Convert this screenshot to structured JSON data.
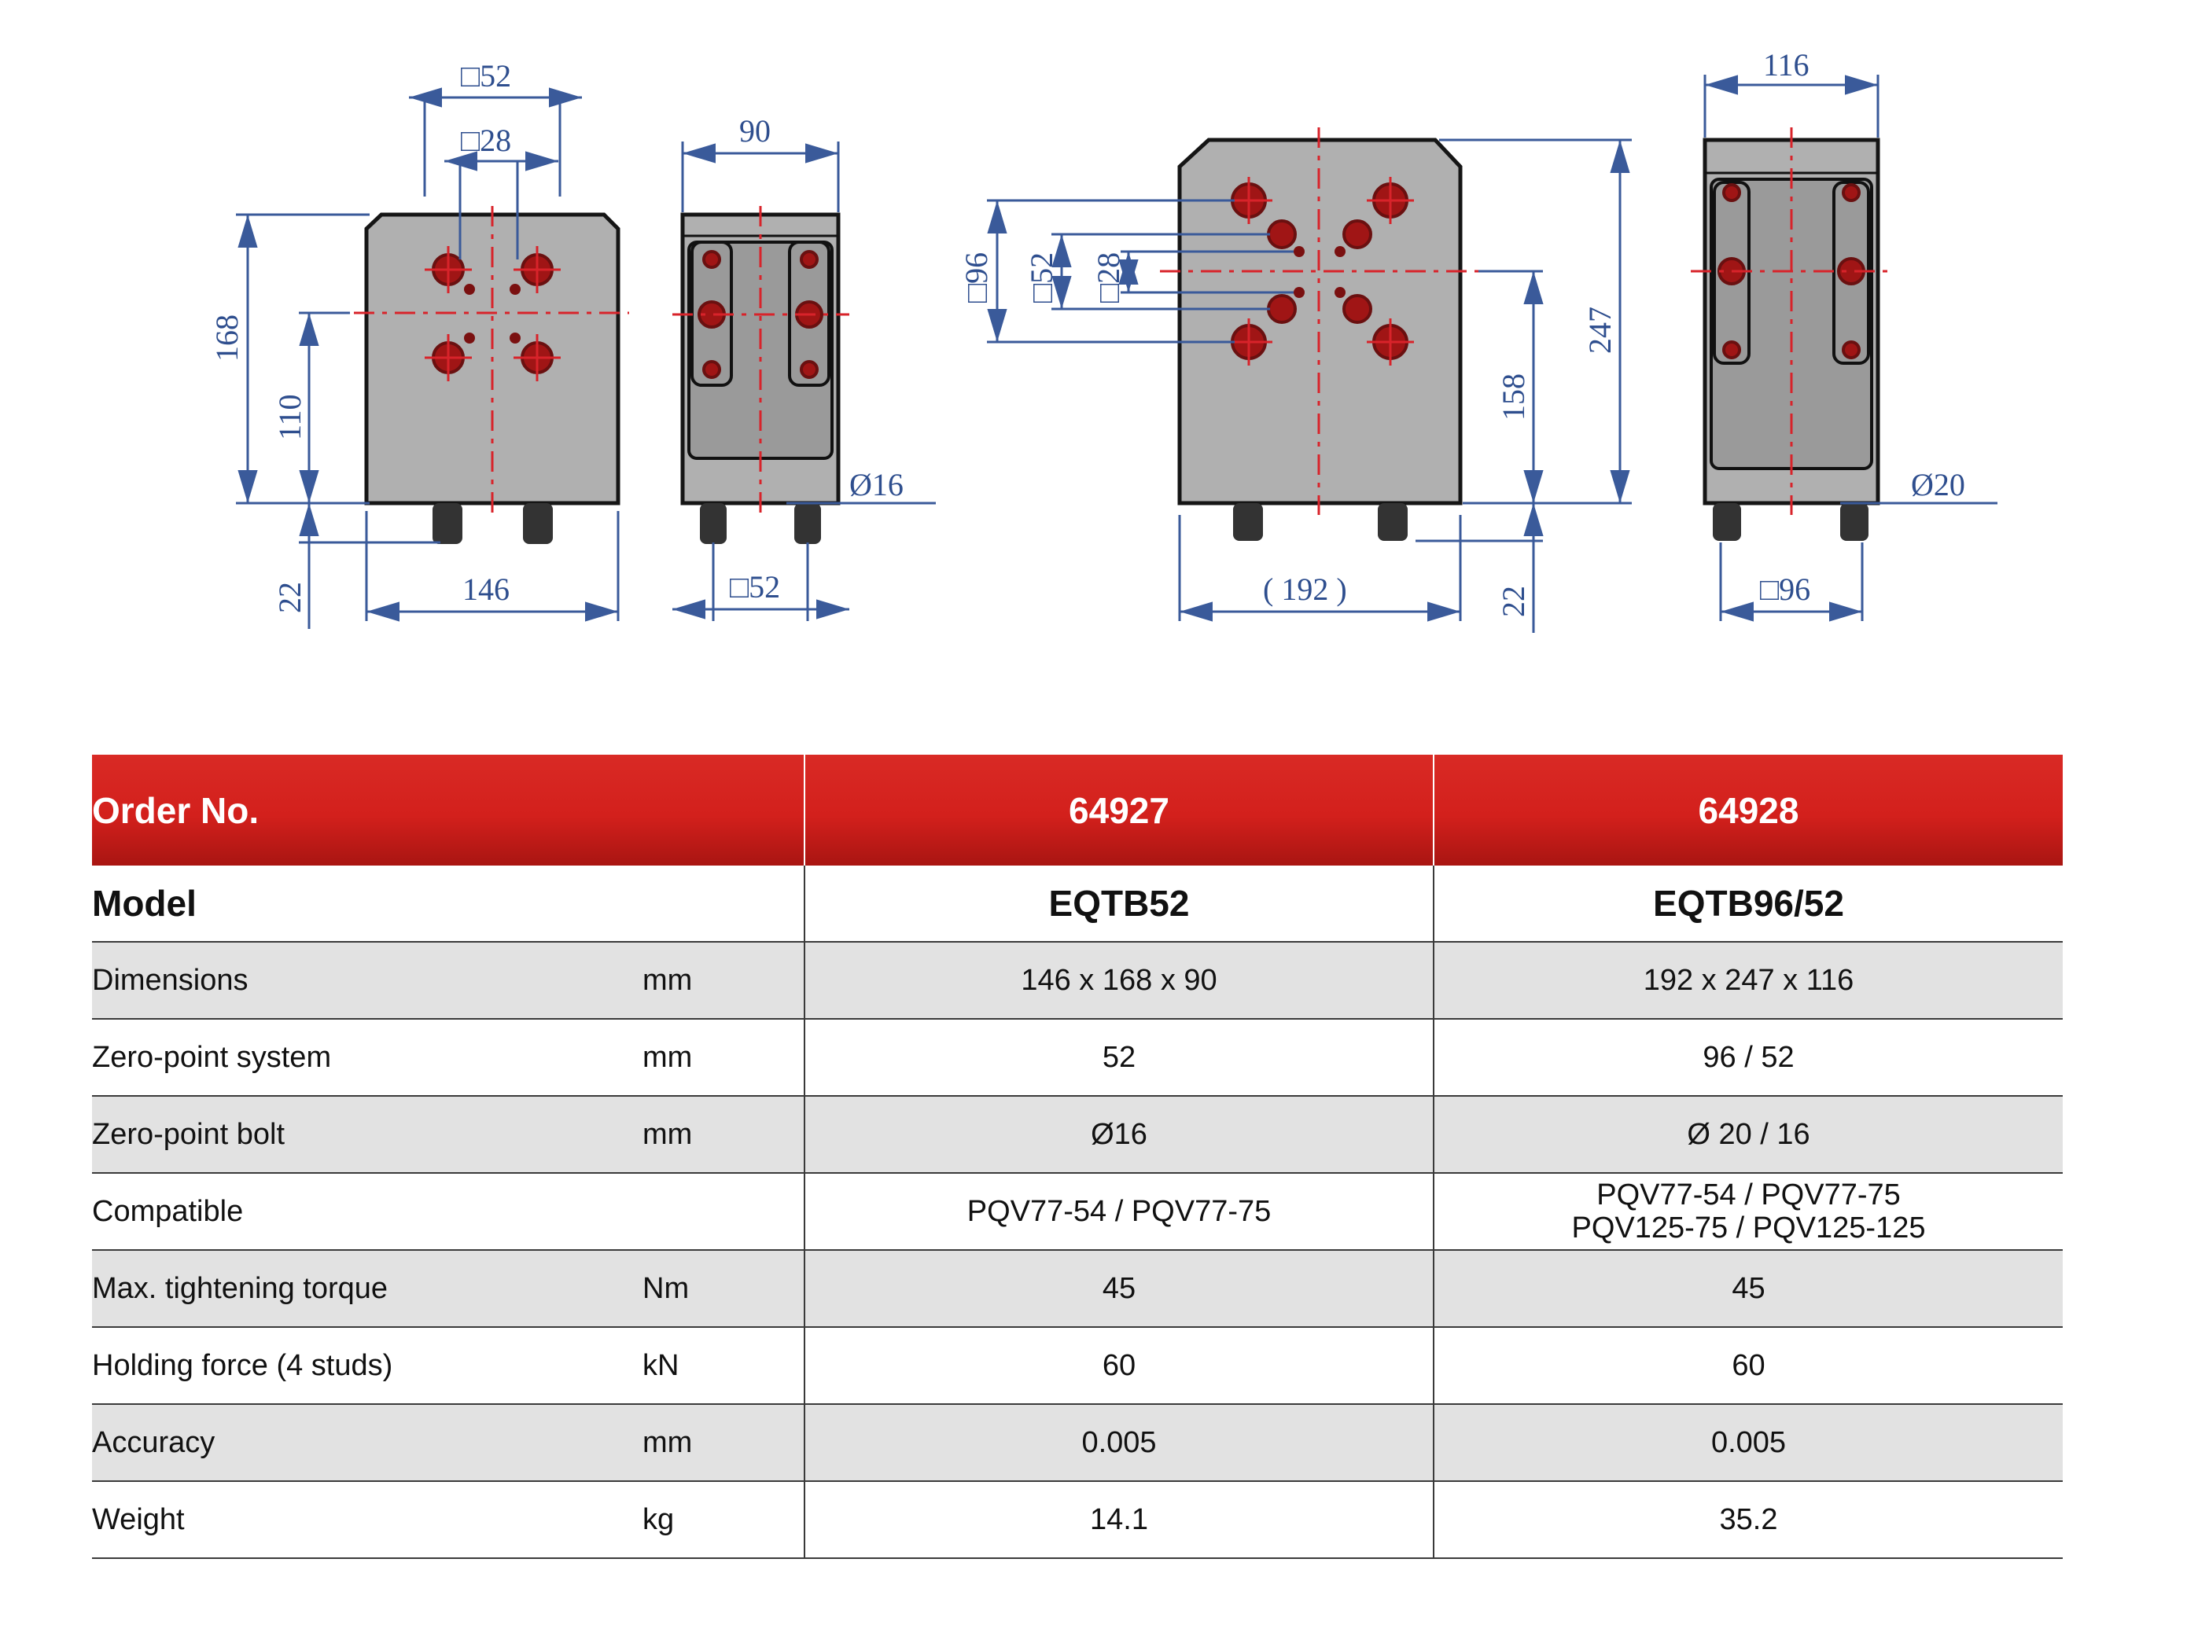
{
  "drawings": {
    "left_front": {
      "sq_outer": "□52",
      "sq_inner": "□28",
      "height": "168",
      "center_height": "110",
      "stud_height": "22",
      "width": "146"
    },
    "left_side": {
      "depth": "90",
      "bolt_dia": "Ø16",
      "bolt_pitch": "□52"
    },
    "right_front": {
      "sq1": "□96",
      "sq2": "□52",
      "sq3": "□28",
      "height": "247",
      "center_height": "158",
      "stud_height": "22",
      "width": "( 192 )"
    },
    "right_side": {
      "depth": "116",
      "bolt_dia": "Ø20",
      "bolt_pitch": "□96"
    }
  },
  "table": {
    "header": {
      "label": "Order No.",
      "col1": "64927",
      "col2": "64928"
    },
    "model": {
      "label": "Model",
      "col1": "EQTB52",
      "col2": "EQTB96/52"
    },
    "rows": [
      {
        "label": "Dimensions",
        "unit": "mm",
        "col1": "146 x 168 x 90",
        "col2": "192 x 247 x 116"
      },
      {
        "label": "Zero-point system",
        "unit": "mm",
        "col1": "52",
        "col2": "96 / 52"
      },
      {
        "label": "Zero-point bolt",
        "unit": "mm",
        "col1": "Ø16",
        "col2": "Ø 20 / 16"
      },
      {
        "label": "Compatible",
        "unit": "",
        "col1": "PQV77-54 / PQV77-75",
        "col2_line1": "PQV77-54 / PQV77-75",
        "col2_line2": "PQV125-75 / PQV125-125"
      },
      {
        "label": "Max. tightening torque",
        "unit": "Nm",
        "col1": "45",
        "col2": "45"
      },
      {
        "label": "Holding force (4 studs)",
        "unit": "kN",
        "col1": "60",
        "col2": "60"
      },
      {
        "label": "Accuracy",
        "unit": "mm",
        "col1": "0.005",
        "col2": "0.005"
      },
      {
        "label": "Weight",
        "unit": "kg",
        "col1": "14.1",
        "col2": "35.2"
      }
    ]
  },
  "colors": {
    "header_red": "#d3201c",
    "row_grey": "#e2e2e2",
    "dimension_blue": "#2e4e8e",
    "centerline_red": "#d8232a"
  }
}
